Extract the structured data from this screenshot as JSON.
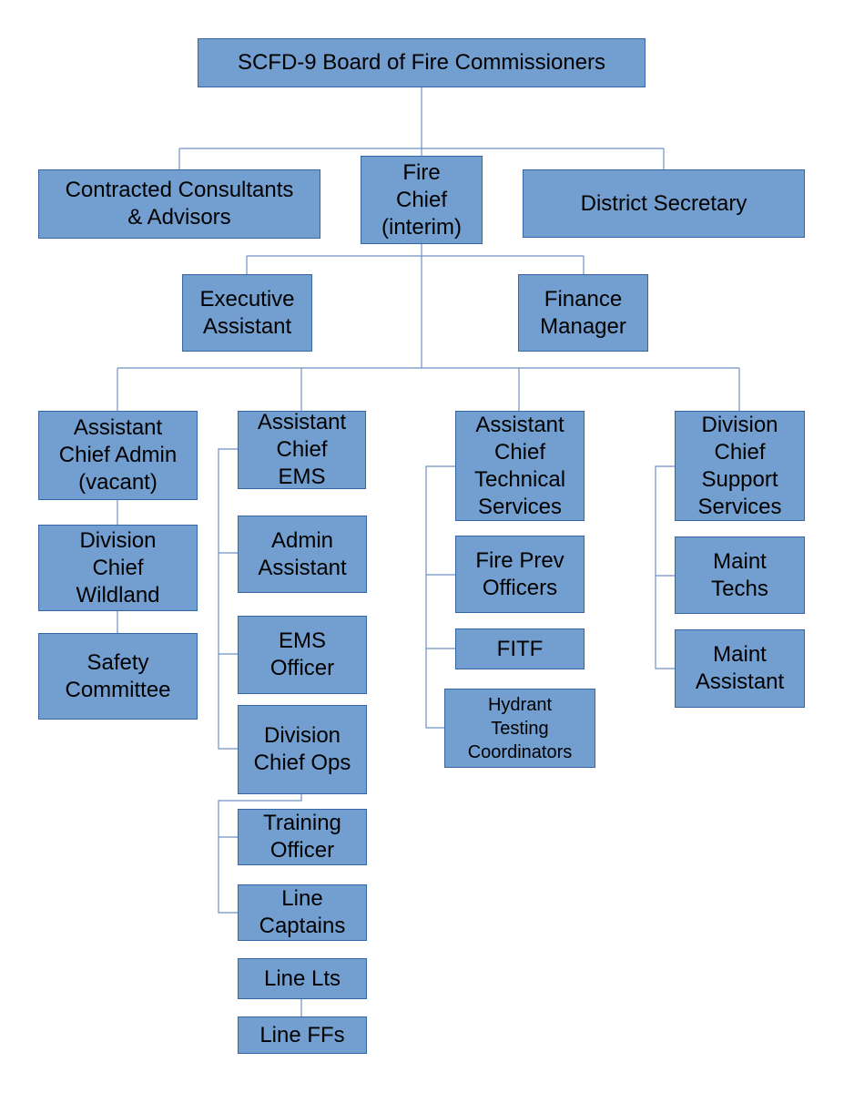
{
  "colors": {
    "box_fill": "#729fcf",
    "box_border": "#3465a4",
    "connector": "#6f8fc4"
  },
  "nodes": {
    "board": "SCFD-9 Board of Fire Commissioners",
    "consultants": "Contracted Consultants\n& Advisors",
    "fire_chief": "Fire\nChief\n(interim)",
    "district_secretary": "District Secretary",
    "executive_assistant": "Executive\nAssistant",
    "finance_manager": "Finance\nManager",
    "ac_admin": "Assistant\nChief Admin\n(vacant)",
    "dc_wildland": "Division\nChief\nWildland",
    "safety_committee": "Safety\nCommittee",
    "ac_ems": "Assistant\nChief\nEMS",
    "admin_assistant": "Admin\nAssistant",
    "ems_officer": "EMS\nOfficer",
    "dc_ops": "Division\nChief Ops",
    "training_officer": "Training\nOfficer",
    "line_captains": "Line\nCaptains",
    "line_lts": "Line Lts",
    "line_ffs": "Line FFs",
    "ac_technical": "Assistant\nChief\nTechnical\nServices",
    "fire_prev": "Fire Prev\nOfficers",
    "fitf": "FITF",
    "hydrant": "Hydrant\nTesting\nCoordinators",
    "dc_support": "Division\nChief\nSupport\nServices",
    "maint_techs": "Maint\nTechs",
    "maint_assistant": "Maint\nAssistant"
  }
}
